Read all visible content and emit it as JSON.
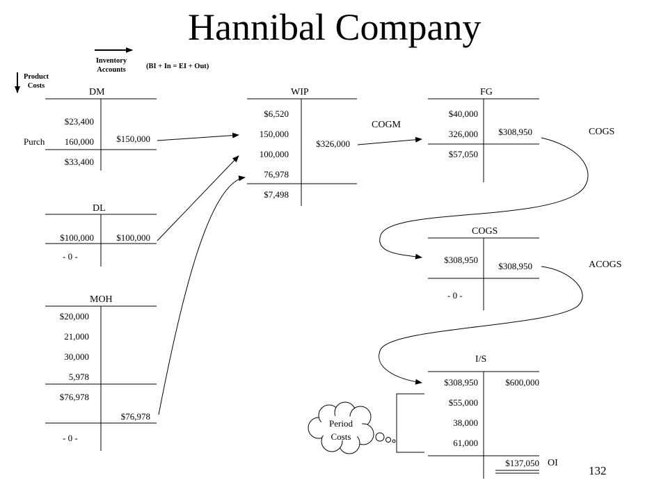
{
  "title": "Hannibal Company",
  "slide_number": "132",
  "legend": {
    "inventory_accounts": "Inventory\nAccounts",
    "product_costs": "Product\nCosts",
    "formula": "(BI + In = EI + Out)"
  },
  "accounts": {
    "dm": {
      "name": "DM",
      "debits": [
        "$23,400",
        "160,000",
        "$33,400"
      ],
      "credits": [
        "$150,000"
      ],
      "purch_label": "Purch"
    },
    "dl": {
      "name": "DL",
      "debits": [
        "$100,000",
        "- 0 -"
      ],
      "credits": [
        "$100,000"
      ]
    },
    "moh": {
      "name": "MOH",
      "debits": [
        "$20,000",
        "21,000",
        "30,000",
        "5,978",
        "$76,978",
        "- 0 -"
      ],
      "credits": [
        "$76,978"
      ]
    },
    "wip": {
      "name": "WIP",
      "debits": [
        "$6,520",
        "150,000",
        "100,000",
        "76,978",
        "$7,498"
      ],
      "credits": [
        "$326,000"
      ]
    },
    "fg": {
      "name": "FG",
      "debits": [
        "$40,000",
        "326,000",
        "$57,050"
      ],
      "credits": [
        "$308,950"
      ]
    },
    "cogs": {
      "name": "COGS",
      "debits": [
        "$308,950",
        "- 0 -"
      ],
      "credits": [
        "$308,950"
      ]
    },
    "is": {
      "name": "I/S",
      "debits": [
        "$308,950",
        "$55,000",
        "38,000",
        "61,000"
      ],
      "credits": [
        "$600,000",
        "$137,050"
      ],
      "oi_label": "OI"
    }
  },
  "flow_labels": {
    "cogm": "COGM",
    "cogs": "COGS",
    "acogs": "ACOGS"
  },
  "period_costs": "Period\nCosts"
}
